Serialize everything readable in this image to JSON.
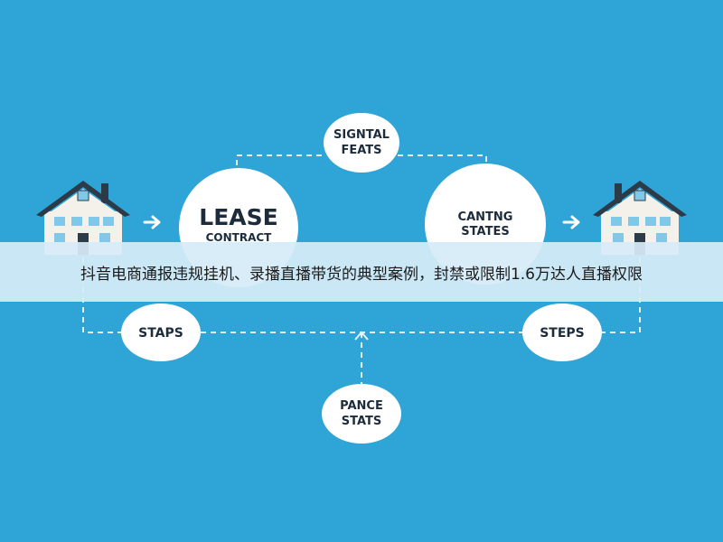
{
  "colors": {
    "background": "#2fa4d6",
    "node_fill": "#ffffff",
    "connector": "#e8f4fb",
    "house_roof": "#2d3a47",
    "house_wall": "#f3f1e9",
    "house_window": "#7fc8e8",
    "caption_band": "#d6ecf7"
  },
  "nodes": {
    "top": {
      "line1": "SIGNTAL",
      "line2": "FEATS"
    },
    "lease": {
      "line1": "LEASE",
      "line2": "CONTRACT"
    },
    "canting": {
      "line1": "CANTNG",
      "line2": "STATES"
    },
    "staps": {
      "line1": "STAPS"
    },
    "steps": {
      "line1": "STEPS"
    },
    "pance": {
      "line1": "PANCE",
      "line2": "STATS"
    }
  },
  "icons": {
    "left_house": "house-icon",
    "right_house": "house-icon",
    "left_arrow": "arrow-right-icon",
    "right_arrow": "arrow-right-icon"
  },
  "caption": {
    "text": "抖音电商通报违规挂机、录播直播带货的典型案例，封禁或限制1.6万达人直播权限"
  }
}
